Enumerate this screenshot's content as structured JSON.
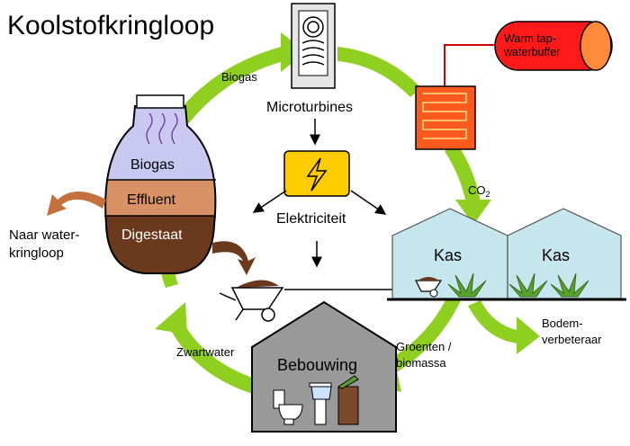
{
  "title": "Koolstofkringloop",
  "nodes": {
    "microturbines": "Microturbines",
    "warm_buffer_line1": "Warm tap-",
    "warm_buffer_line2": "waterbuffer",
    "biogas_tank": "Biogas",
    "effluent": "Effluent",
    "digestaat": "Digestaat",
    "elektriciteit": "Elektriciteit",
    "kas_left": "Kas",
    "kas_right": "Kas",
    "bebouwing": "Bebouwing"
  },
  "flows": {
    "biogas": "Biogas",
    "co2_main": "CO",
    "co2_sub": "2",
    "naar_water_line1": "Naar water-",
    "naar_water_line2": "kringloop",
    "bodem_line1": "Bodem-",
    "bodem_line2": "verbeteraar",
    "groenten_line1": "Groenten /",
    "groenten_line2": "biomassa",
    "zwartwater": "Zwartwater"
  },
  "colors": {
    "cycle_arrow": "#8fcf1f",
    "biogas_fill": "#c8c8f0",
    "effluent_fill": "#d99266",
    "digestaat_fill": "#6b3a1c",
    "heater_fill": "#ff5a1e",
    "buffer_fill": "#ff1a1a",
    "elec_fill": "#ffcc00",
    "greenhouse_fill": "#c5e6ec",
    "building_fill": "#999999",
    "turbine_fill": "#e6e6e6"
  },
  "icons": [
    "turbine-icon",
    "lightning-icon",
    "wheelbarrow-icon",
    "plant-icon",
    "toilet-icon",
    "sink-icon",
    "bin-icon"
  ]
}
